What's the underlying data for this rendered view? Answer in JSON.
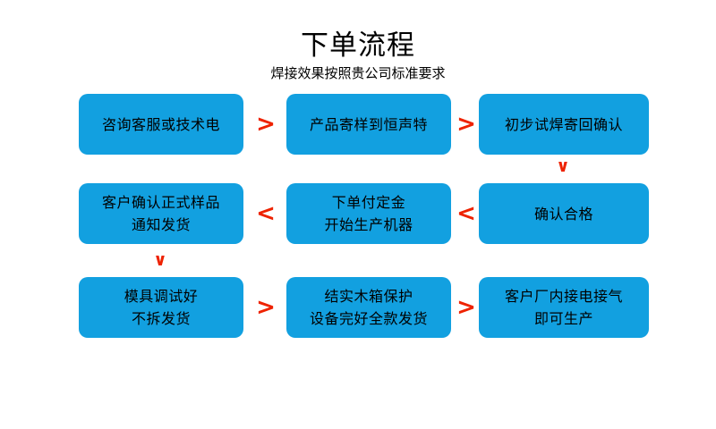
{
  "header": {
    "title": "下单流程",
    "subtitle": "焊接效果按照贵公司标准要求"
  },
  "colors": {
    "box_fill": "#12a0e0",
    "arrow": "#ee2200",
    "text": "#000000",
    "background": "#ffffff"
  },
  "arrows": {
    "right_chevron": ">",
    "left_chevron": "<",
    "down_chevron": "∨"
  },
  "rows": [
    {
      "id": "row-1",
      "boxes": [
        {
          "line1": "咨询客服或技术电",
          "line2": ""
        },
        {
          "line1": "产品寄样到恒声特",
          "line2": ""
        },
        {
          "line1": "初步试焊寄回确认",
          "line2": ""
        }
      ],
      "connector_1_2": ">",
      "connector_2_3": ">"
    },
    {
      "id": "row-2",
      "boxes": [
        {
          "line1": "客户确认正式样品",
          "line2": "通知发货"
        },
        {
          "line1": "下单付定金",
          "line2": "开始生产机器"
        },
        {
          "line1": "确认合格",
          "line2": ""
        }
      ],
      "connector_1_2": "<",
      "connector_2_3": "<"
    },
    {
      "id": "row-3",
      "boxes": [
        {
          "line1": "模具调试好",
          "line2": "不拆发货"
        },
        {
          "line1": "结实木箱保护",
          "line2": "设备完好全款发货"
        },
        {
          "line1": "客户厂内接电接气",
          "line2": "即可生产"
        }
      ],
      "connector_1_2": ">",
      "connector_2_3": ">"
    }
  ],
  "vertical_connectors": [
    {
      "id": "row1-to-row2-right",
      "glyph": "∨"
    },
    {
      "id": "row2-to-row3-left",
      "glyph": "∨"
    }
  ]
}
